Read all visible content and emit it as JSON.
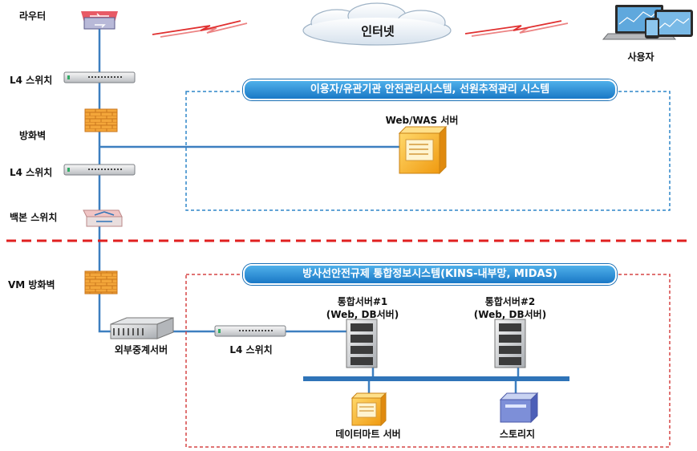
{
  "left_column": {
    "router": "라우터",
    "l4_switch_top": "L4 스위치",
    "firewall": "방화벽",
    "l4_switch_mid": "L4 스위치",
    "backbone_switch": "백본 스위치",
    "vm_firewall": "VM 방화벽",
    "relay_server": "외부중계서버",
    "l4_switch_bottom": "L4 스위치"
  },
  "internet": "인터넷",
  "user": "사용자",
  "top_zone": {
    "title": "이용자/유관기관 안전관리시스템, 선원추적관리 시스템",
    "web_was_server": "Web/WAS 서버"
  },
  "bottom_zone": {
    "title": "방사선안전규제 통합정보시스템(KINS-내부망, MIDAS)",
    "server1_line1": "통합서버#1",
    "server1_line2": "(Web, DB서버)",
    "server2_line1": "통합서버#2",
    "server2_line2": "(Web, DB서버)",
    "datamart_server": "데이터마트 서버",
    "storage": "스토리지"
  },
  "colors": {
    "line": "#3d7fc0",
    "top_zone_border": "#2e86c8",
    "bottom_zone_border": "#d64545",
    "separator": "#e02020",
    "banner": "#1a78c6",
    "firewall": "#f0a030",
    "lightning": "#e03030"
  }
}
